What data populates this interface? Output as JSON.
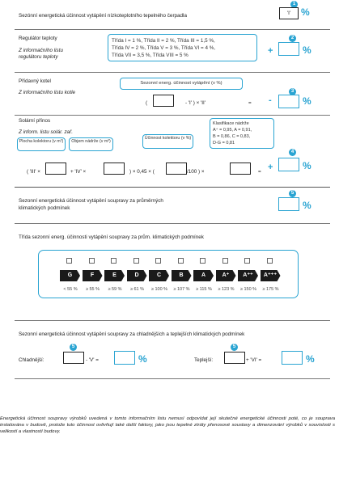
{
  "markers": {
    "m1": "1",
    "m2": "2",
    "m3": "3",
    "m4": "4",
    "m5": "5"
  },
  "row1": {
    "label": "Sezónní energetická účinnost vytápění nízkoteplotního tepelného čerpadla",
    "box_value": "'I'",
    "pct": "%"
  },
  "row2": {
    "title": "Regulátor teploty",
    "source": "Z informačního listu regulátoru teploty",
    "class_lines": [
      "Třída I = 1 %, Třída II = 2 %, Třída III = 1,5 %,",
      "Třída IV = 2 %, Třída V = 3 %, Třída VI = 4 %,",
      "Třída VII = 3,5 %, Třída VIII = 5 %"
    ],
    "plus": "+",
    "pct": "%"
  },
  "row3": {
    "title": "Přídavný kotel",
    "source": "Z informačního listu kotle",
    "bubble": "Sezonní energ. účinnost vytápění (v %)",
    "open": "(",
    "mid": "- 'I' )  ×  'II'",
    "eq": "=",
    "minus": "-",
    "pct": "%"
  },
  "row4": {
    "title": "Solární přínos",
    "source": "Z inform. listu solár. zař.",
    "b_area": "Plocha kolektoru (v m²)",
    "b_volume": "Objem nádrže (v m³)",
    "b_eff": "Účinnost kolektoru (v %)",
    "tank_class": [
      "Klasifikace nádrže",
      "A⁺ = 0,95, A = 0,91,",
      "B = 0,86, C = 0,83,",
      "D-G = 0,81"
    ],
    "f_iii": "( 'III' ×",
    "f_iv": "+ 'IV' ×",
    "f_mul": ") × 0,45 × (",
    "f_div": "/100 )   ×",
    "eq": "=",
    "plus": "+",
    "pct": "%"
  },
  "row5": {
    "label": "Sezonní energetická účinnost vytápění soupravy za průměrných klimatických podmínek",
    "pct": "%"
  },
  "energy_class": {
    "title": "Třída sezonní energ. účinnosti vytápění soupravy za prům. klimatických podmínek",
    "classes": [
      "G",
      "F",
      "E",
      "D",
      "C",
      "B",
      "A",
      "A⁺",
      "A⁺⁺",
      "A⁺⁺⁺"
    ],
    "thresholds": [
      "< 55 %",
      "≥ 55 %",
      "≥ 59 %",
      "≥ 61 %",
      "≥ 100 %",
      "≥ 107 %",
      "≥ 115 %",
      "≥ 123 %",
      "≥ 150 %",
      "≥ 175 %"
    ]
  },
  "climate": {
    "title": "Sezonní energetická účinnost vytápění soupravy za chladnějších a teplejších klimatických podmínek",
    "colder": "Chladnější:",
    "colder_op": "- 'V'  =",
    "warmer": "Teplejší:",
    "warmer_op": "+ 'VI'  =",
    "pct": "%"
  },
  "footnote": "Energetická účinnost soupravy výrobků uvedená v tomto informačním listu nemusí odpovídat její skutečné energetické účinnosti poté, co je souprava instalována v budově, protože tuto účinnost ovlivňují také další faktory, jako jsou tepelné ztráty přenosové soustavy a dimenzování výrobků v souvislosti s velikostí a vlastností budovy."
}
